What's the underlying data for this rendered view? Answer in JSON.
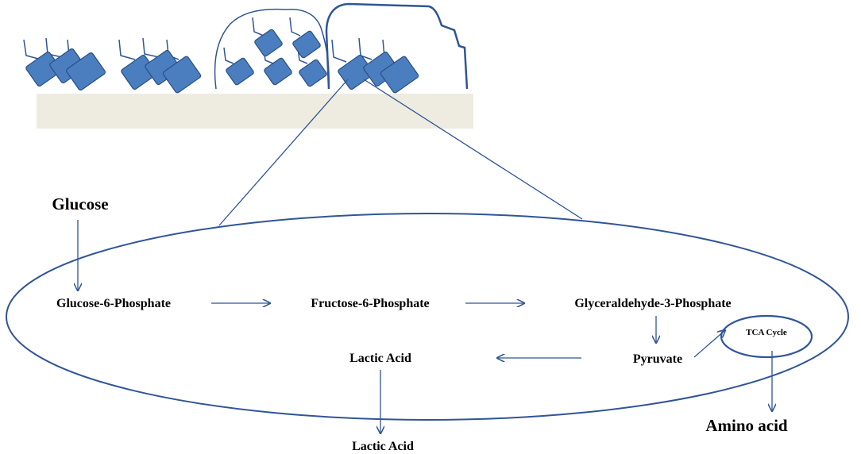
{
  "colors": {
    "stroke": "#2f5597",
    "cell_fill": "#4a7ebf",
    "cell_stroke": "#2a4f86",
    "substrate": "#eeece1",
    "text": "#000000"
  },
  "labels": {
    "glucose": "Glucose",
    "g6p": "Glucose-6-Phosphate",
    "f6p": "Fructose-6-Phosphate",
    "g3p": "Glyceraldehyde-3-Phosphate",
    "pyruvate": "Pyruvate",
    "tca": "TCA Cycle",
    "lactic_inner": "Lactic Acid",
    "lactic_outer": "Lactic Acid",
    "amino": "Amino acid"
  }
}
